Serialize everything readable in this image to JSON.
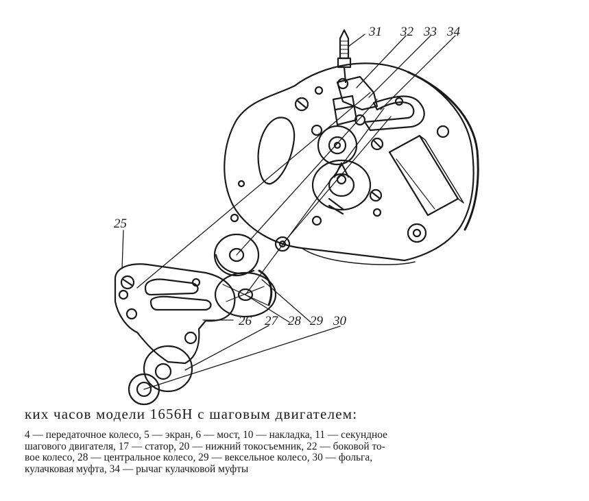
{
  "labels": {
    "l25": "25",
    "l26": "26",
    "l27": "27",
    "l28": "28",
    "l29": "29",
    "l30": "30",
    "l31": "31",
    "l32": "32",
    "l33": "33",
    "l34": "34"
  },
  "caption": {
    "heading": "ких часов модели 1656Н с шаговым двигателем:",
    "lines": [
      "4 — передаточное колесо, 5 — экран, 6 — мост, 10 — накладка, 11 — секундное",
      "шагового двигателя, 17 — статор, 20 — нижний токосъемник, 22 — боковой то-",
      "вое колесо, 28 — центральное колесо, 29 — вексельное колесо, 30 — фольга,",
      "кулачковая муфта, 34 — рычаг кулачковой муфты"
    ]
  },
  "colors": {
    "ink": "#1a1a1a",
    "paper": "#ffffff"
  }
}
